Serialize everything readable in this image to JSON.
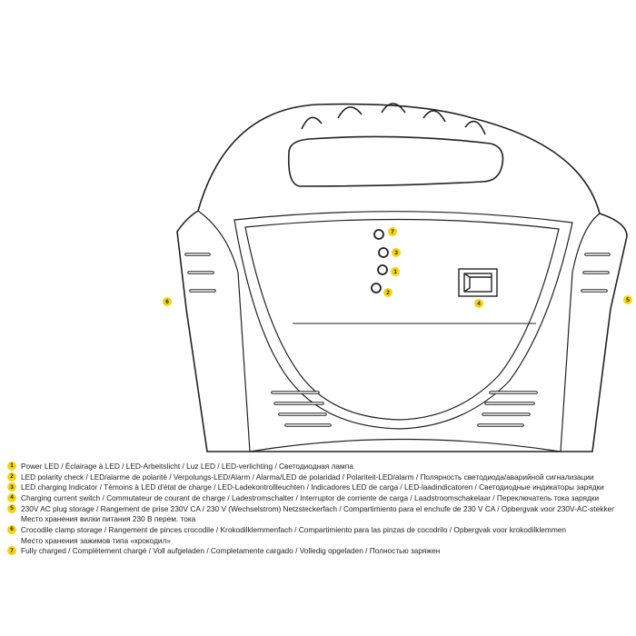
{
  "callouts": {
    "c1": "1",
    "c2": "2",
    "c3": "3",
    "c4": "4",
    "c5": "5",
    "c6": "6",
    "c7": "7"
  },
  "colors": {
    "badge": "#f2d411",
    "line": "#222222"
  },
  "legend": [
    {
      "num": "1",
      "text": "Power LED  / Éclairage à LED / LED-Arbeitslicht / Luz LED / LED-verlichting / Светодиодная лампа"
    },
    {
      "num": "2",
      "text": "LED polarity check /  LED/alarme de polarité / Verpolungs-LED/Alarm / Alarma/LED de polaridad / Polariteit-LED/alarm / Полярность светодиода/аварийной сигнализации"
    },
    {
      "num": "3",
      "text": "LED charging Indicator / Témoins à LED d'état de charge / LED-Ladekontrollleuchten / Indicadores LED de carga / LED-laadindicatoren / Светодиодные индикаторы зарядки"
    },
    {
      "num": "4",
      "text": "Charging current switch / Commutateur de courant de charge / Ladestromschalter / Interruptor de corriente de carga / Laadstroomschakelaar / Переключатель тока зарядки"
    },
    {
      "num": "5",
      "text": "230V AC plug storage / Rangement de prise 230V CA / 230 V (Wechselstrom) Netzsteckerfach / Compartimiento para el enchufe de 230 V CA / Opbergvak voor 230V-AC-stekker",
      "cont": "Место хранения вилки питания 230 В перем. тока"
    },
    {
      "num": "6",
      "text": "Crocodile clamp storage / Rangement de pinces crocodile / Krokodilklemmenfach / Compartimiento para las pinzas de cocodrilo / Opbergvak voor krokodilklemmen",
      "cont": "Место хранения зажимов типа «крокодил»"
    },
    {
      "num": "7",
      "text": "Fully charged / Complètement chargé / Voll aufgeladen / Completamente cargado / Volledig opgeladen / Полностью заряжен"
    }
  ]
}
